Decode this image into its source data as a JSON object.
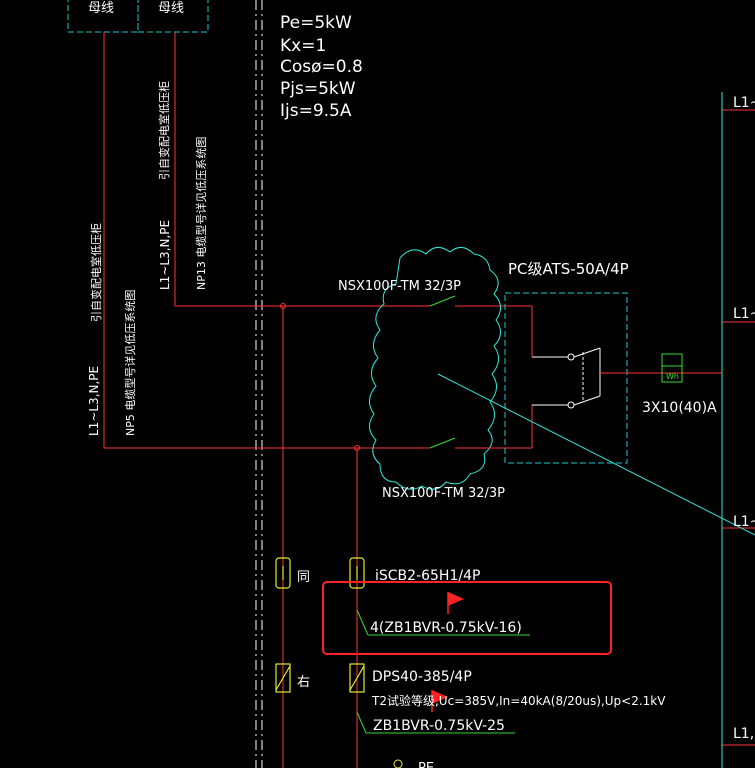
{
  "header": {
    "busbar_left": "母线",
    "busbar_right": "母线"
  },
  "load_calc": {
    "pe": "Pe=5kW",
    "kx": "Kx=1",
    "cos": "Cosø=0.8",
    "pjs": "Pjs=5kW",
    "ijs": "Ijs=9.5A"
  },
  "feeder_left": {
    "cable": "L1~L3,N,PE",
    "source": "引自变配电室低压柜",
    "ref": "NP5 电缆型号详见低压系统图"
  },
  "feeder_right": {
    "cable": "L1~L3,N,PE",
    "source": "引自变配电室低压柜",
    "ref": "NP13 电缆型号详见低压系统图"
  },
  "breakers": {
    "top": "NSX100F-TM 32/3P",
    "bottom": "NSX100F-TM 32/3P"
  },
  "ats": {
    "label": "PC级ATS-50A/4P",
    "meter": "Wh",
    "rating": "3X10(40)A"
  },
  "right_bus_labels": [
    "L1~",
    "L1~",
    "L1~",
    "L1,"
  ],
  "spd_breaker": {
    "side_mark": "同",
    "model": "iSCB2-65H1/4P",
    "wire": "4(ZB1BVR-0.75kV-16)"
  },
  "spd": {
    "side_mark": "右",
    "model": "DPS40-385/4P",
    "spec": "T2试验等级,Uc=385V,In=40kA(8/20us),Up<2.1kV",
    "wire": "ZB1BVR-0.75kV-25",
    "pe": "PE"
  },
  "colors": {
    "wire_red": "#ff3333",
    "cloud_cyan": "#2ee6d6",
    "frame_cyan": "#1ec8c8",
    "text_white": "#ffffff",
    "symbol_green": "#33dd33",
    "symbol_yellow": "#e8e830",
    "highlight_red": "#ff2222"
  }
}
